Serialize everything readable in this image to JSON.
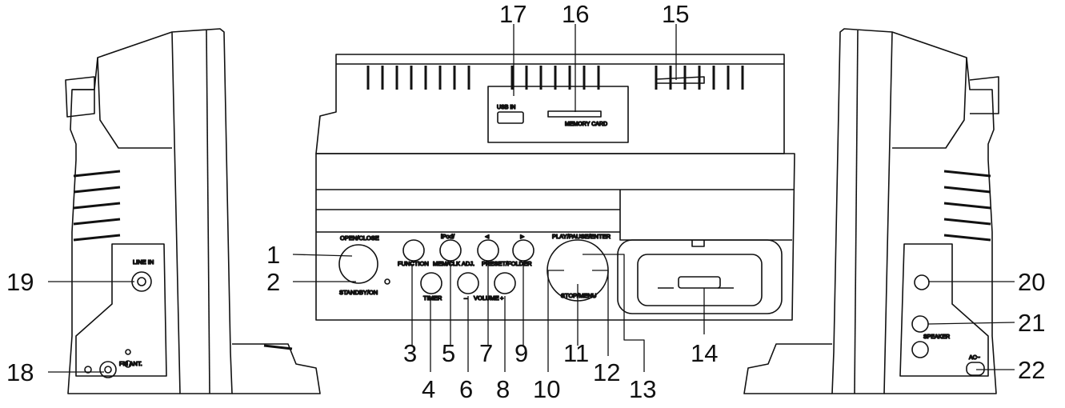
{
  "callouts": [
    "1",
    "2",
    "3",
    "4",
    "5",
    "6",
    "7",
    "8",
    "9",
    "10",
    "11",
    "12",
    "13",
    "14",
    "15",
    "16",
    "17",
    "18",
    "19",
    "20",
    "21",
    "22"
  ],
  "front_labels": {
    "usb_in": "USB IN",
    "memory_card": "MEMORY CARD",
    "open_close": "OPEN/CLOSE",
    "standby_on": "STANDBY/ON",
    "function": "FUNCTION",
    "ipod": "iPod/",
    "mem_clk_adj": "MEM/CLK ADJ.",
    "prev_arrow": "◄",
    "next_arrow": "►",
    "preset_folder": "PRESET/FOLDER",
    "timer": "TIMER",
    "volume_minus": "–",
    "volume": "VOLUME",
    "volume_plus": "+",
    "play_pause_enter": "PLAY/PAUSE/ENTER",
    "stop_menu": "STOP/MENU"
  },
  "left_side_labels": {
    "line_in": "LINE IN",
    "fm_ant": "FM ANT."
  },
  "right_side_labels": {
    "speaker": "SPEAKER",
    "ac": "AC~"
  }
}
